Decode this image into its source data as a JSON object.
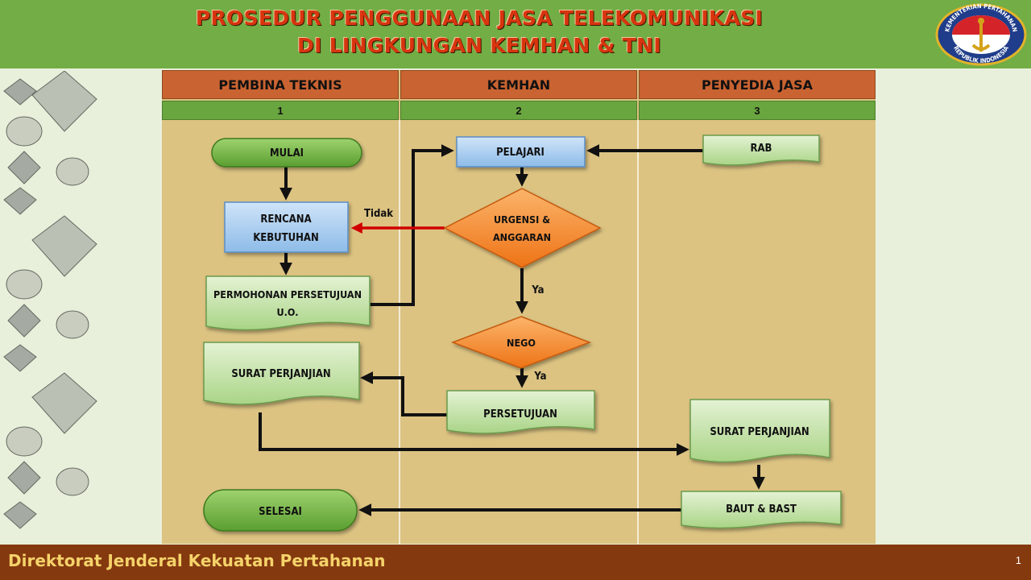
{
  "header": {
    "title_line1": "PROSEDUR PENGGUNAAN JASA TELEKOMUNIKASI",
    "title_line2": "DI LINGKUNGAN KEMHAN & TNI",
    "emblem_text_top": "KEMENTERIAN PERTAHANAN",
    "emblem_text_bottom": "REPUBLIK INDONESIA"
  },
  "lanes": [
    {
      "name": "PEMBINA TEKNIS",
      "number": "1"
    },
    {
      "name": "KEMHAN",
      "number": "2"
    },
    {
      "name": "PENYEDIA JASA",
      "number": "3"
    }
  ],
  "nodes": {
    "mulai": "MULAI",
    "rencana_1": "RENCANA",
    "rencana_2": "KEBUTUHAN",
    "permohonan_1": "PERMOHONAN  PERSETUJUAN",
    "permohonan_2": "U.O.",
    "surat_perjanjian_left": "SURAT PERJANJIAN",
    "selesai": "SELESAI",
    "pelajari": "PELAJARI",
    "urgensi_1": "URGENSI  &",
    "urgensi_2": "ANGGARAN",
    "nego": "NEGO",
    "persetujuan": "PERSETUJUAN",
    "rab": "RAB",
    "surat_perjanjian_right": "SURAT PERJANJIAN",
    "baut_bast": "BAUT & BAST"
  },
  "edge_labels": {
    "tidak": "Tidak",
    "ya_1": "Ya",
    "ya_2": "Ya"
  },
  "colors": {
    "header_green": "#72ad45",
    "lane_header": "#c96331",
    "lane_number": "#6aa63f",
    "board": "#dcc382",
    "process_blue": "#a9cdf0",
    "document_green": "#c6e3a8",
    "decision_orange": "#f58a2e",
    "terminator_green": "#6fb43f",
    "reject_arrow": "#d00000",
    "footer": "#85390f",
    "footer_text": "#f5d36a"
  },
  "footer": {
    "text": "Direktorat Jenderal Kekuatan Pertahanan",
    "page_number": "1"
  }
}
